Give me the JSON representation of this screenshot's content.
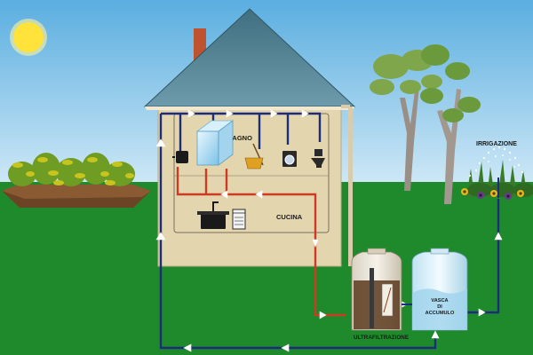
{
  "labels": {
    "bathroom": "BAGNO",
    "kitchen": "CUCINA",
    "irrigation": "IRRIGAZIONE",
    "ultrafiltration": "ULTRAFILTRAZIONE",
    "tank_line1": "VASCA",
    "tank_line2": "DI",
    "tank_line3": "ACCUMULO"
  },
  "colors": {
    "sky_top": "#5aaee0",
    "sky_bottom": "#d2eaf7",
    "ground": "#1e8a2c",
    "house_wall": "#e3d5ad",
    "roof": "#4c7e8f",
    "chimney": "#c0532f",
    "pipe_blue": "#1d2d7a",
    "pipe_red": "#cf3a22",
    "sun": "#ffe23a"
  },
  "icons": {
    "sun": "sun-icon",
    "shower": "shower-icon",
    "washing_machine": "washing-machine-icon",
    "toilet": "toilet-icon",
    "sink": "sink-icon",
    "dishwasher": "dishwasher-icon",
    "bucket": "mop-bucket-icon",
    "tree": "tree-icon",
    "sprinkler": "sprinkler-icon"
  }
}
